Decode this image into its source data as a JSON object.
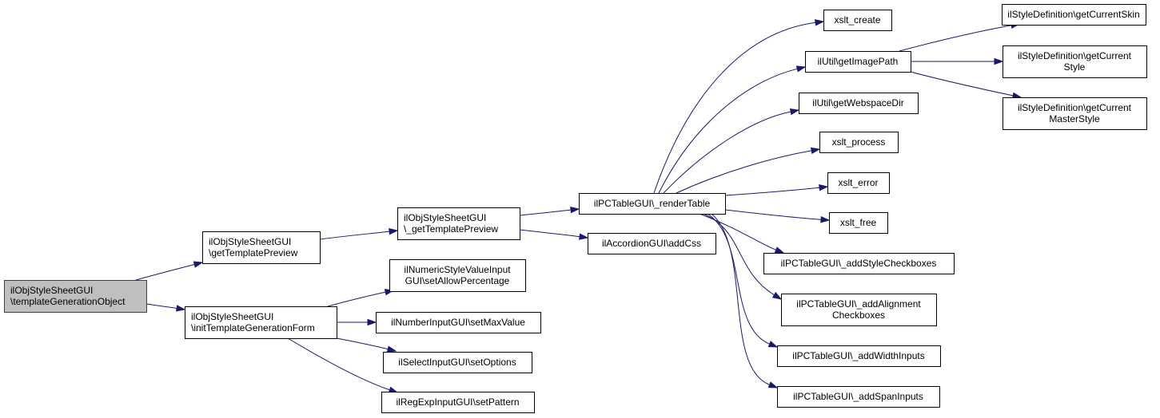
{
  "graph": {
    "type": "call-graph",
    "edge_color": "#191970",
    "root_fill": "#bfbfbf",
    "nodes": [
      {
        "id": "root",
        "lines": [
          "ilObjStyleSheetGUI",
          "\\templateGenerationObject"
        ],
        "align": "left",
        "root": true
      },
      {
        "id": "getTemplatePreview",
        "lines": [
          "ilObjStyleSheetGUI",
          "\\getTemplatePreview"
        ],
        "align": "left"
      },
      {
        "id": "initTemplateGenerationForm",
        "lines": [
          "ilObjStyleSheetGUI",
          "\\initTemplateGenerationForm"
        ],
        "align": "left"
      },
      {
        "id": "_getTemplatePreview",
        "lines": [
          "ilObjStyleSheetGUI",
          "\\_getTemplatePreview"
        ],
        "align": "left"
      },
      {
        "id": "setAllowPercentage",
        "lines": [
          "ilNumericStyleValueInput",
          "GUI\\setAllowPercentage"
        ],
        "align": "center"
      },
      {
        "id": "setMaxValue",
        "lines": [
          "ilNumberInputGUI\\setMaxValue"
        ],
        "align": "center"
      },
      {
        "id": "setOptions",
        "lines": [
          "ilSelectInputGUI\\setOptions"
        ],
        "align": "center"
      },
      {
        "id": "setPattern",
        "lines": [
          "ilRegExpInputGUI\\setPattern"
        ],
        "align": "center"
      },
      {
        "id": "_renderTable",
        "lines": [
          "ilPCTableGUI\\_renderTable"
        ],
        "align": "center"
      },
      {
        "id": "addCss",
        "lines": [
          "ilAccordionGUI\\addCss"
        ],
        "align": "center"
      },
      {
        "id": "xslt_create",
        "lines": [
          "xslt_create"
        ],
        "align": "center"
      },
      {
        "id": "getImagePath",
        "lines": [
          "ilUtil\\getImagePath"
        ],
        "align": "center"
      },
      {
        "id": "getWebspaceDir",
        "lines": [
          "ilUtil\\getWebspaceDir"
        ],
        "align": "center"
      },
      {
        "id": "xslt_process",
        "lines": [
          "xslt_process"
        ],
        "align": "center"
      },
      {
        "id": "xslt_error",
        "lines": [
          "xslt_error"
        ],
        "align": "center"
      },
      {
        "id": "xslt_free",
        "lines": [
          "xslt_free"
        ],
        "align": "center"
      },
      {
        "id": "_addStyleCheckboxes",
        "lines": [
          "ilPCTableGUI\\_addStyleCheckboxes"
        ],
        "align": "center"
      },
      {
        "id": "_addAlignmentCheckboxes",
        "lines": [
          "ilPCTableGUI\\_addAlignment",
          "Checkboxes"
        ],
        "align": "center"
      },
      {
        "id": "_addWidthInputs",
        "lines": [
          "ilPCTableGUI\\_addWidthInputs"
        ],
        "align": "center"
      },
      {
        "id": "_addSpanInputs",
        "lines": [
          "ilPCTableGUI\\_addSpanInputs"
        ],
        "align": "center"
      },
      {
        "id": "getCurrentSkin",
        "lines": [
          "ilStyleDefinition\\getCurrentSkin"
        ],
        "align": "center"
      },
      {
        "id": "getCurrentStyle",
        "lines": [
          "ilStyleDefinition\\getCurrent",
          "Style"
        ],
        "align": "center"
      },
      {
        "id": "getCurrentMasterStyle",
        "lines": [
          "ilStyleDefinition\\getCurrent",
          "MasterStyle"
        ],
        "align": "center"
      }
    ],
    "edges": [
      {
        "from": "root",
        "to": "getTemplatePreview"
      },
      {
        "from": "root",
        "to": "initTemplateGenerationForm"
      },
      {
        "from": "getTemplatePreview",
        "to": "_getTemplatePreview"
      },
      {
        "from": "_getTemplatePreview",
        "to": "_renderTable"
      },
      {
        "from": "_getTemplatePreview",
        "to": "addCss"
      },
      {
        "from": "initTemplateGenerationForm",
        "to": "setAllowPercentage"
      },
      {
        "from": "initTemplateGenerationForm",
        "to": "setMaxValue"
      },
      {
        "from": "initTemplateGenerationForm",
        "to": "setOptions"
      },
      {
        "from": "initTemplateGenerationForm",
        "to": "setPattern"
      },
      {
        "from": "_renderTable",
        "to": "xslt_create"
      },
      {
        "from": "_renderTable",
        "to": "getImagePath"
      },
      {
        "from": "_renderTable",
        "to": "getWebspaceDir"
      },
      {
        "from": "_renderTable",
        "to": "xslt_process"
      },
      {
        "from": "_renderTable",
        "to": "xslt_error"
      },
      {
        "from": "_renderTable",
        "to": "xslt_free"
      },
      {
        "from": "_renderTable",
        "to": "_addStyleCheckboxes"
      },
      {
        "from": "_renderTable",
        "to": "_addAlignmentCheckboxes"
      },
      {
        "from": "_renderTable",
        "to": "_addWidthInputs"
      },
      {
        "from": "_renderTable",
        "to": "_addSpanInputs"
      },
      {
        "from": "getImagePath",
        "to": "getCurrentSkin"
      },
      {
        "from": "getImagePath",
        "to": "getCurrentStyle"
      },
      {
        "from": "getImagePath",
        "to": "getCurrentMasterStyle"
      }
    ]
  }
}
